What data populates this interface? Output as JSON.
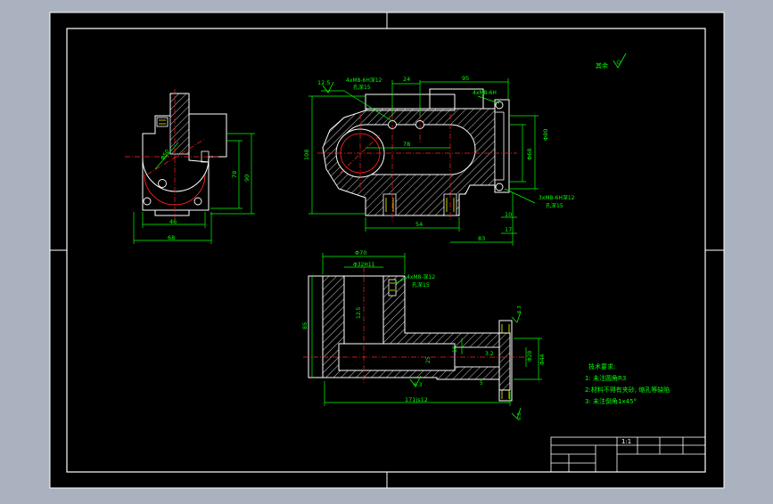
{
  "colors": {
    "background": "#aab2c0",
    "paper": "#000000",
    "frame": "#ffffff",
    "dimension": "#00ff00",
    "outline": "#ffffff",
    "center_line": "#ff2020",
    "hatch": "#ffffff",
    "thread": "#ffff00",
    "annotation": "#00ff00"
  },
  "title_block": {
    "scale": "1:1"
  },
  "roughness_note": {
    "text": "其余"
  },
  "views": {
    "side": {
      "dims": {
        "phi": "Φ50",
        "width_inner": "46",
        "width_outer": "68",
        "height_inner": "78",
        "height_outer": "90"
      }
    },
    "front": {
      "dims": {
        "roughness": "12.5",
        "hole_spec_1": "4xM8-6H深12",
        "hole_spec_2": "孔深15",
        "pitch_24": "24",
        "length_95": "95",
        "right_thread": "4xM8-6H",
        "height_108": "108",
        "bore_78": "78",
        "dia_80": "Φ80",
        "dia_68": "Φ68",
        "bottom_54": "54",
        "bottom_83": "83",
        "side_10": "10",
        "side_17": "17",
        "low_hole_1": "3xM8-6H深12",
        "low_hole_2": "孔深15"
      }
    },
    "section": {
      "dims": {
        "top_70": "Φ70",
        "bore": "Φ32H11",
        "thread_1": "4xM8-深12",
        "thread_2": "孔深15",
        "rough_12_5": "12.5",
        "height_85": "85",
        "inner_25": "25",
        "step_10": "10",
        "rough_3_2": "3.2",
        "dia_28": "Φ28",
        "dia_44": "Φ44",
        "rough_left": "6.3",
        "bottom_5": "5",
        "length": "171js12",
        "rough_r_top": "6.3",
        "rough_r_bottom": "6.3"
      }
    }
  },
  "notes": {
    "title": "技术要求:",
    "lines": [
      "1: 未注圆角R3",
      "2:材料不得有夹砂, 缩孔等缺陷",
      "3: 未注倒角1x45°"
    ]
  }
}
